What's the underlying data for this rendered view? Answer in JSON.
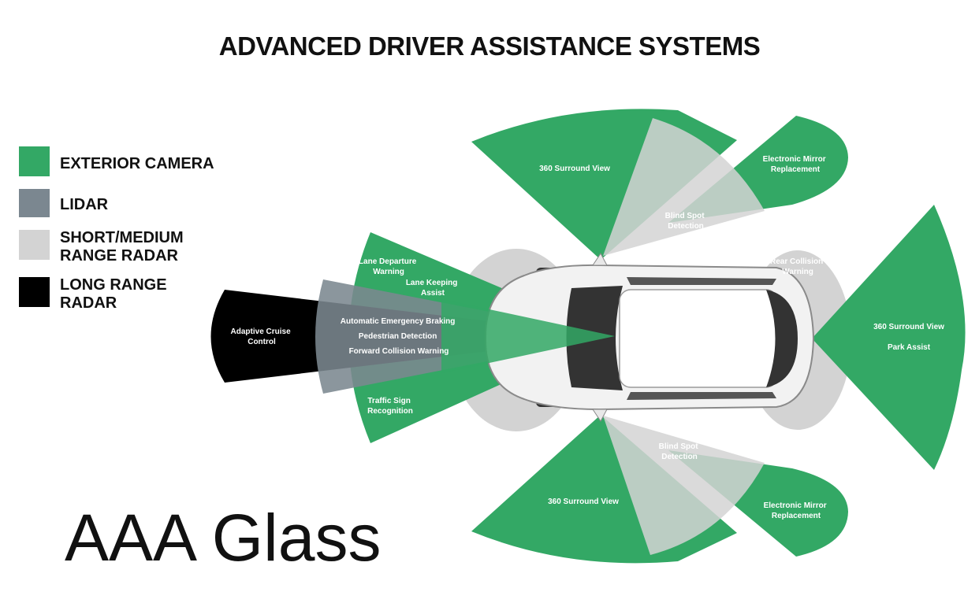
{
  "title": "ADVANCED DRIVER ASSISTANCE SYSTEMS",
  "colors": {
    "camera": "#33a865",
    "lidar": "#7b8790",
    "radar_short": "#d3d3d3",
    "radar_long": "#000000"
  },
  "legend": [
    {
      "name": "legend-exterior-camera",
      "lines": [
        "EXTERIOR CAMERA"
      ],
      "color": "#33a865"
    },
    {
      "name": "legend-lidar",
      "lines": [
        "LIDAR"
      ],
      "color": "#7b8790"
    },
    {
      "name": "legend-short-medium-range-radar",
      "lines": [
        "SHORT/MEDIUM",
        "RANGE RADAR"
      ],
      "color": "#d3d3d3"
    },
    {
      "name": "legend-long-range-radar",
      "lines": [
        "LONG RANGE",
        "RADAR"
      ],
      "color": "#000000"
    }
  ],
  "labels": {
    "surround_top": [
      "360 Surround View"
    ],
    "mirror_top": [
      "Electronic Mirror",
      "Replacement"
    ],
    "blind_top": [
      "Blind Spot",
      "Detection"
    ],
    "lane_departure": [
      "Lane Departure",
      "Warning"
    ],
    "lane_keeping": [
      "Lane Keeping",
      "Assist"
    ],
    "rear_collision": [
      "Rear Collision",
      "Warning"
    ],
    "adaptive_cruise": [
      "Adaptive Cruise",
      "Control"
    ],
    "front_systems": [
      "Automatic Emergency Braking",
      "Pedestrian Detection",
      "Forward Collision Warning"
    ],
    "surround_rear": [
      "360 Surround View"
    ],
    "park_assist": [
      "Park Assist"
    ],
    "traffic_sign": [
      "Traffic Sign",
      "Recognition"
    ],
    "blind_bottom": [
      "Blind Spot",
      "Detection"
    ],
    "surround_bottom": [
      "360 Surround View"
    ],
    "mirror_bottom": [
      "Electronic Mirror",
      "Replacement"
    ]
  },
  "brand": "AAA Glass"
}
